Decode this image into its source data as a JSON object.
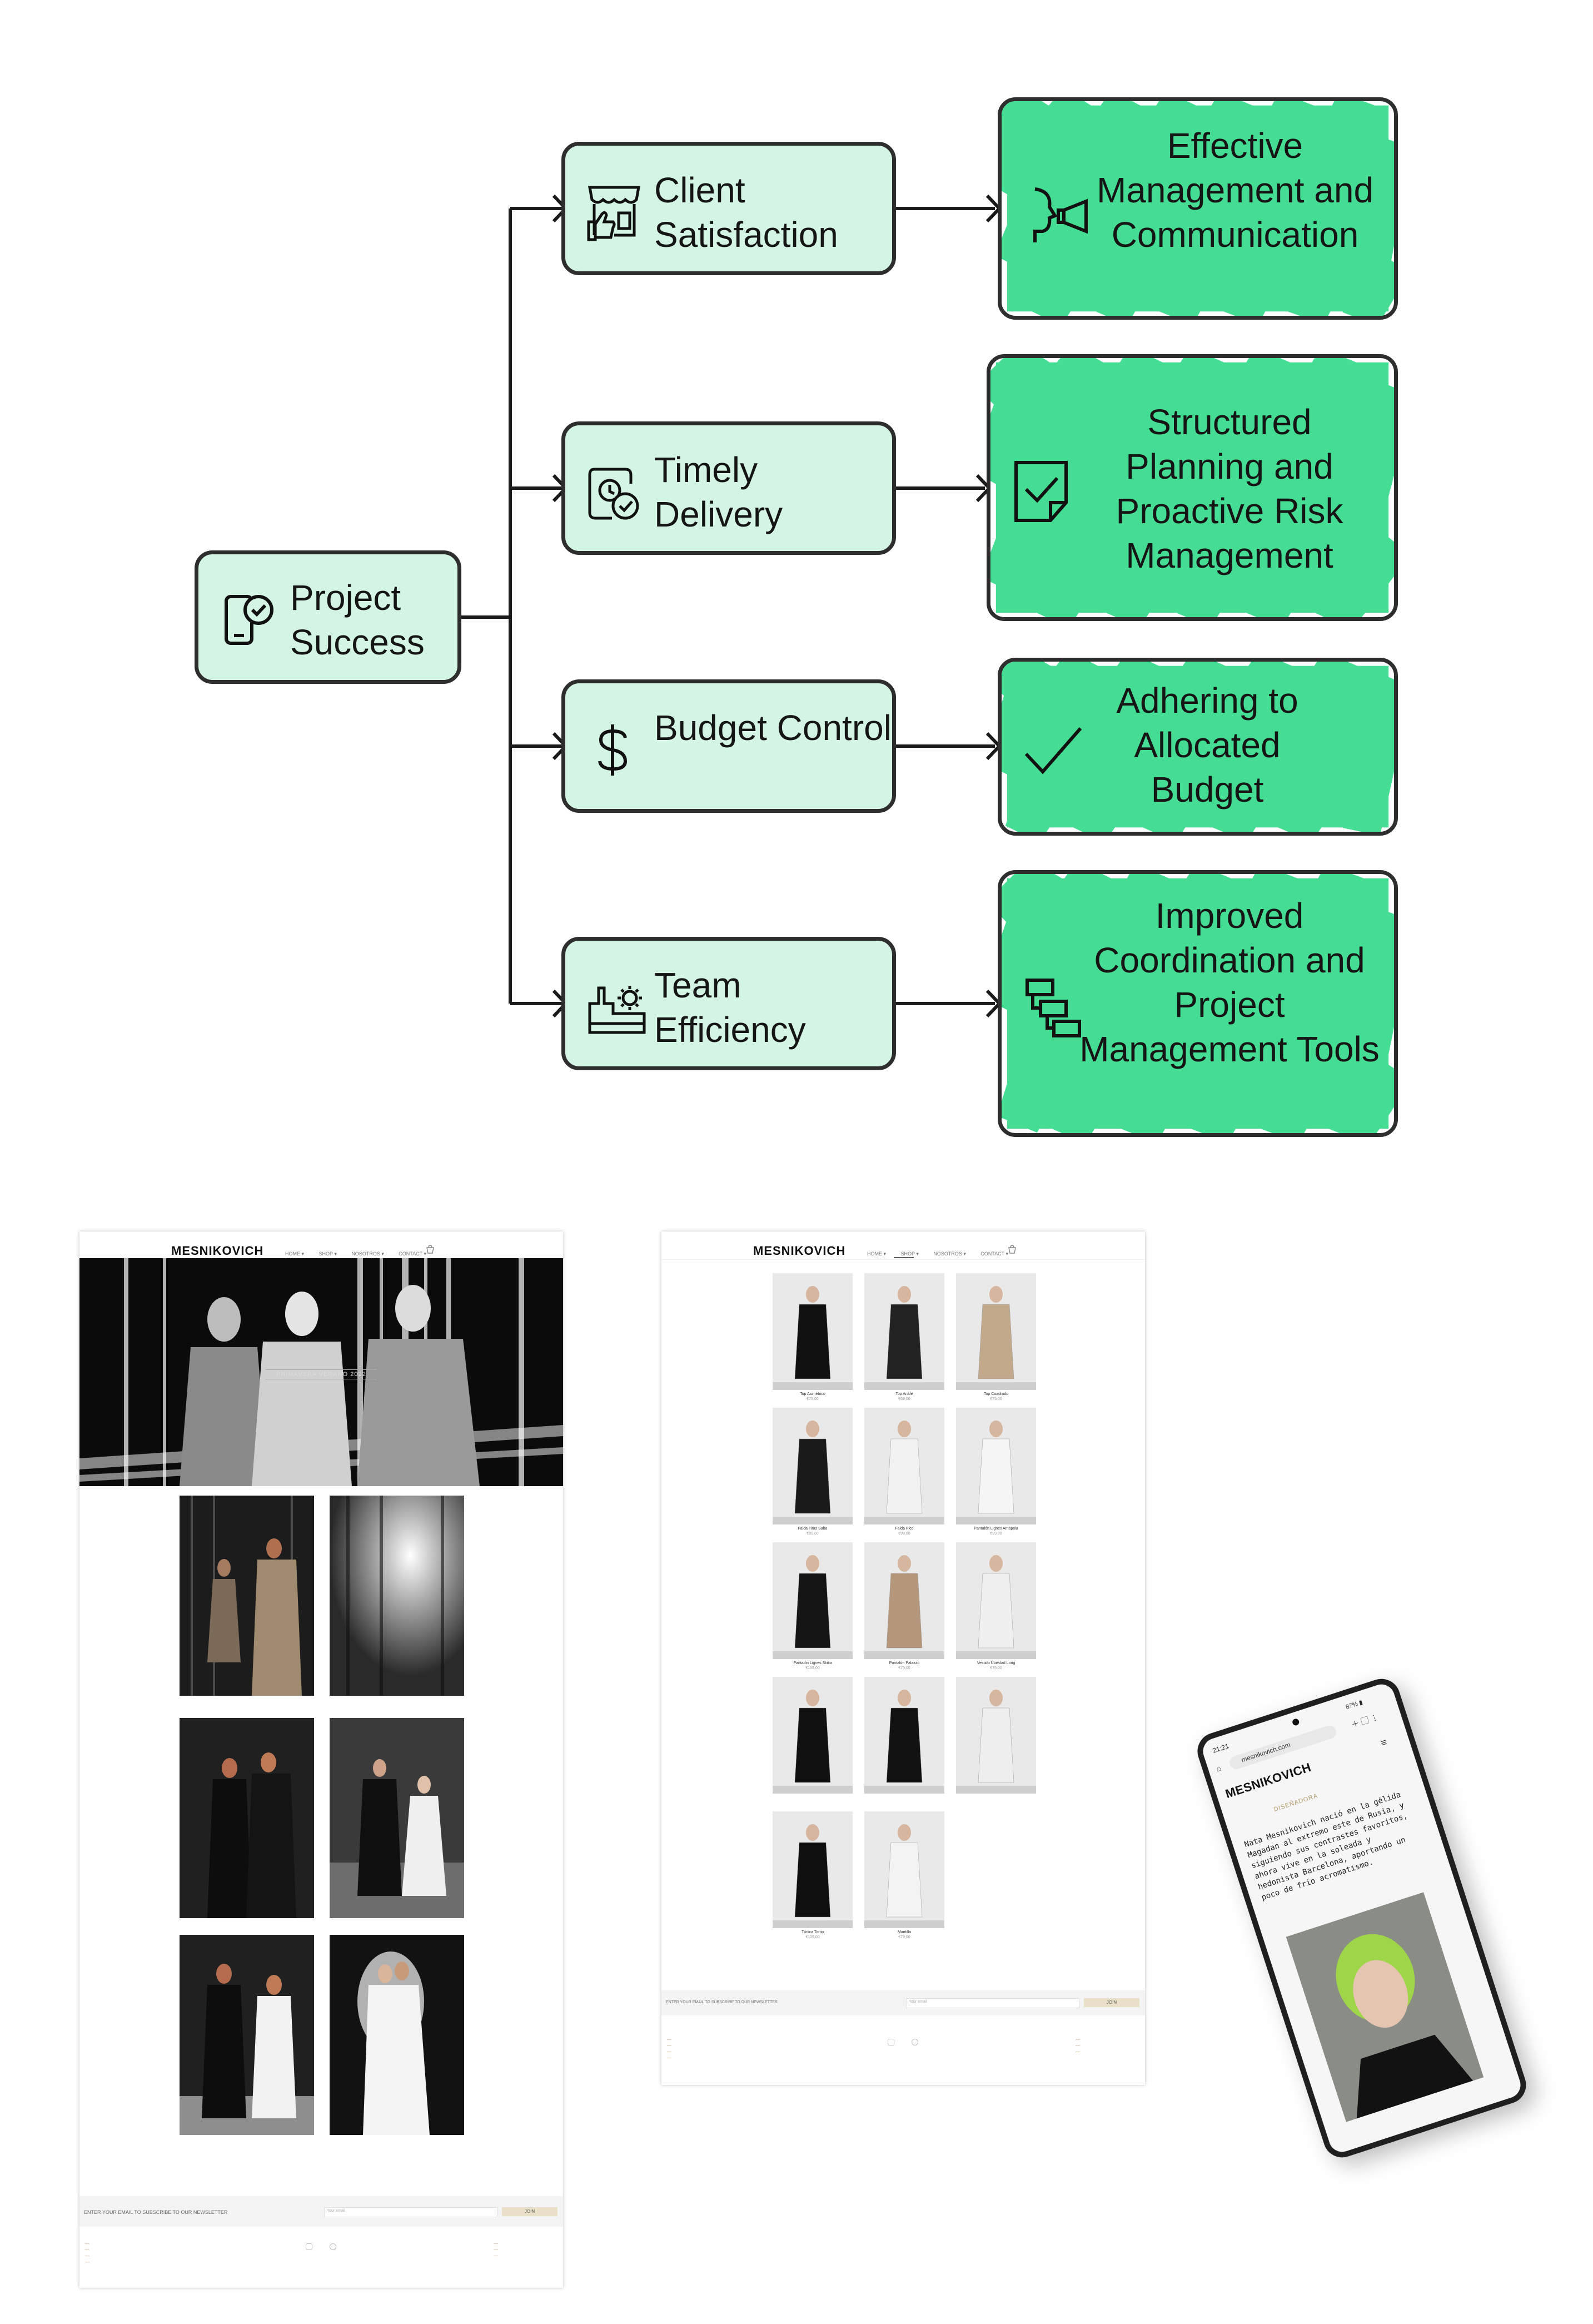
{
  "diagram": {
    "root": "Project Success",
    "branches": [
      {
        "goal": "Client Satisfaction",
        "goal_icon": "storefront-thumbs-up-icon",
        "outcome": "Effective Management and Communication",
        "outcome_icon": "speaking-megaphone-icon"
      },
      {
        "goal": "Timely Delivery",
        "goal_icon": "clock-check-icon",
        "outcome": "Structured Planning and Proactive Risk Management",
        "outcome_icon": "checked-document-icon"
      },
      {
        "goal": "Budget Control",
        "goal_icon": "dollar-sign-icon",
        "outcome": "Adhering to Allocated Budget",
        "outcome_icon": "checkmark-icon"
      },
      {
        "goal": "Team Efficiency",
        "goal_icon": "factory-gear-icon",
        "outcome": "Improved Coordination and Project Management Tools",
        "outcome_icon": "gantt-blocks-icon"
      }
    ],
    "colors": {
      "light_fill": "#d4f5e4",
      "scribble": "#45dc94",
      "stroke": "#2e2e2e"
    }
  },
  "site_home": {
    "logo": "MESNIKOVICH",
    "nav": [
      "HOME ▾",
      "SHOP ▾",
      "NOSOTROS ▾",
      "CONTACT ▾"
    ],
    "hero_caption": "PRIMAVERA VERANO 2022",
    "newsletter_label": "ENTER YOUR EMAIL TO SUBSCRIBE TO OUR NEWSLETTER",
    "email_placeholder": "Your email",
    "join_label": "JOIN"
  },
  "site_shop": {
    "logo": "MESNIKOVICH",
    "nav": [
      "HOME ▾",
      "SHOP ▾",
      "NOSOTROS ▾",
      "CONTACT ▾"
    ],
    "products": [
      {
        "name": "Top Asimétrico",
        "price": "€75,00"
      },
      {
        "name": "Top Anáfe",
        "price": "€69,00"
      },
      {
        "name": "Top Cuadrado",
        "price": "€75,00"
      },
      {
        "name": "Falda Tiras Saba",
        "price": "€89,00"
      },
      {
        "name": "Falda Pico",
        "price": "€99,00"
      },
      {
        "name": "Pantalón Lignes Amapola",
        "price": "€99,00"
      },
      {
        "name": "Pantalón Lignes Skitia",
        "price": "€109,00"
      },
      {
        "name": "Pantalón Palazzo",
        "price": "€75,00"
      },
      {
        "name": "Vestido Ubiedad Long",
        "price": "€75,00"
      },
      {
        "name": "",
        "price": ""
      },
      {
        "name": "",
        "price": ""
      },
      {
        "name": "",
        "price": ""
      },
      {
        "name": "Túnica Tortio",
        "price": "€109,00"
      },
      {
        "name": "Mantilla",
        "price": "€79,00"
      }
    ],
    "newsletter_label": "ENTER YOUR EMAIL TO SUBSCRIBE TO OUR NEWSLETTER",
    "email_placeholder": "Your email",
    "join_label": "JOIN"
  },
  "phone": {
    "time": "21:21",
    "status": "87% ▮",
    "url": "mesnikovich.com",
    "logo": "MESNIKOVICH",
    "section": "DISEÑADORA",
    "bio": "Nata Mesnikovich nació en la gélida Magadan al extremo este de Rusia, y siguiendo sus contrastes favoritos, ahora vive en la soleada y hedonista Barcelona, aportando un poco de frío acromatismo."
  }
}
